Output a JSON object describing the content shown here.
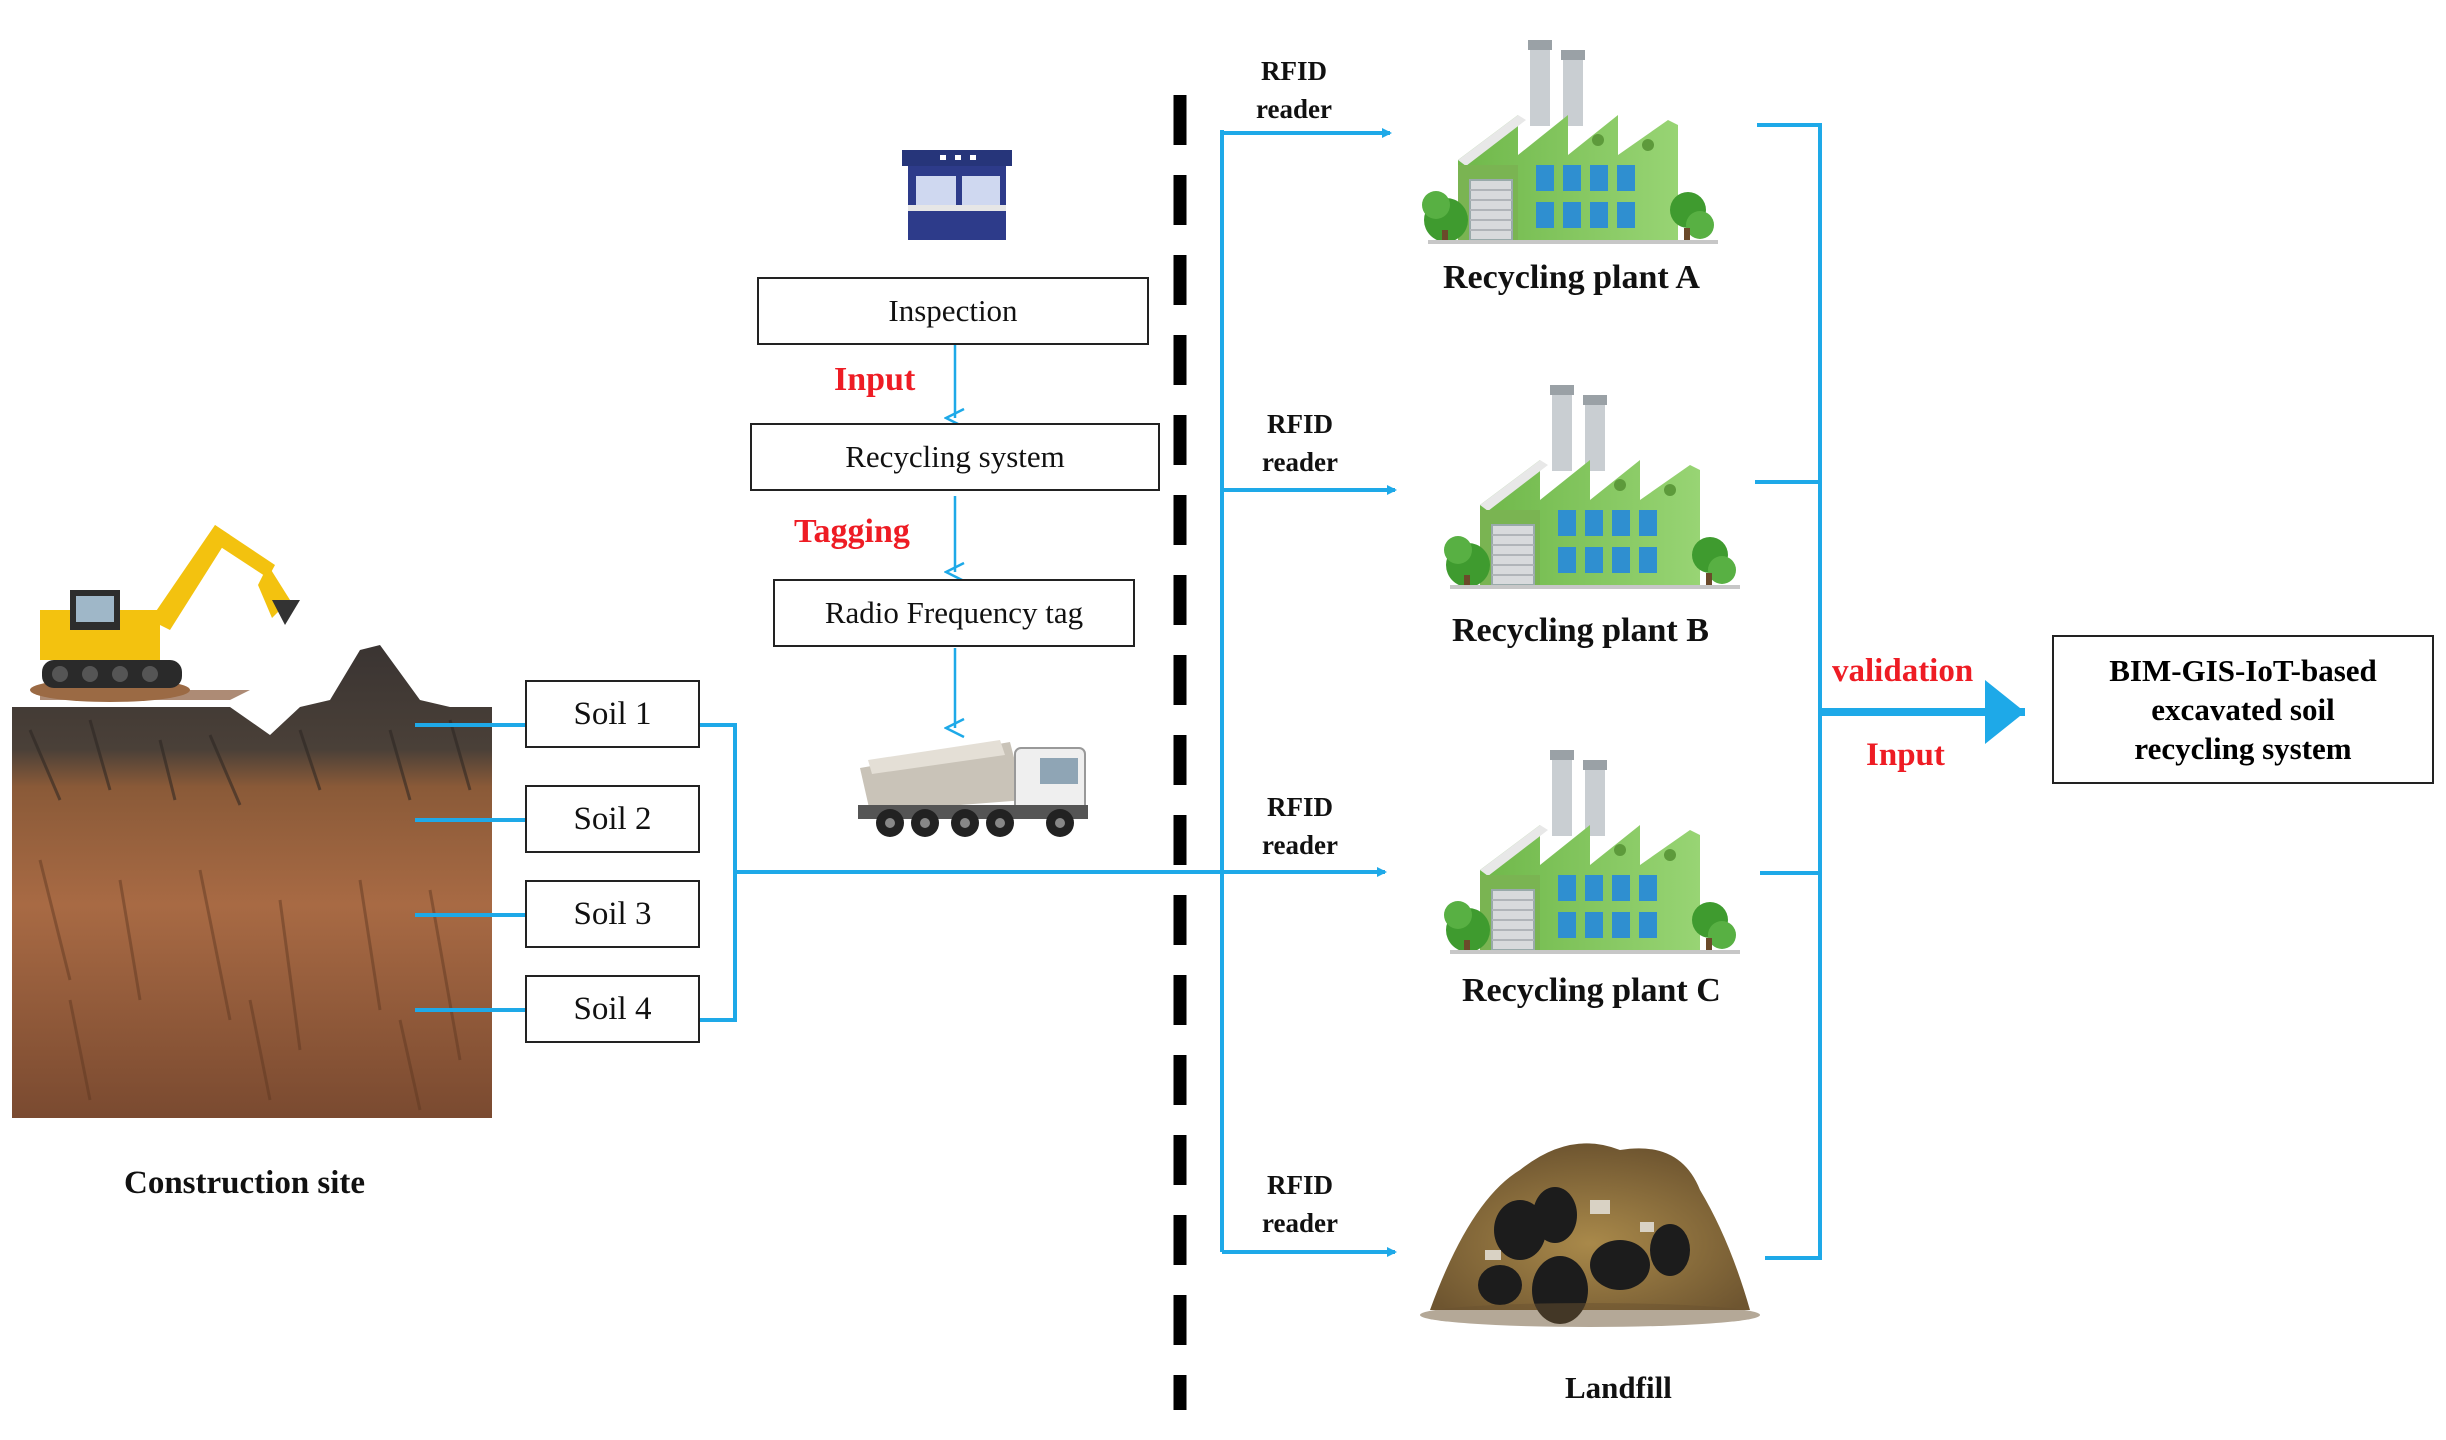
{
  "construction_site": {
    "label": "Construction site"
  },
  "soils": [
    "Soil 1",
    "Soil 2",
    "Soil 3",
    "Soil 4"
  ],
  "process": {
    "inspection": "Inspection",
    "input_label": "Input",
    "recycling_system": "Recycling system",
    "tagging_label": "Tagging",
    "rf_tag": "Radio Frequency tag"
  },
  "rfid": {
    "line1": "RFID",
    "line2": "reader"
  },
  "destinations": [
    {
      "name": "Recycling plant A"
    },
    {
      "name": "Recycling plant B"
    },
    {
      "name": "Recycling plant C"
    },
    {
      "name": "Landfill"
    }
  ],
  "validation_label": "validation",
  "input_label_right": "Input",
  "system": {
    "line1": "BIM-GIS-IoT-based",
    "line2": "excavated soil",
    "line3": "recycling system"
  },
  "colors": {
    "flow_line": "#1ea9e8",
    "accent_red": "#ee1c24",
    "factory_green": "#7fc85a",
    "truck_cab": "#efefef"
  }
}
